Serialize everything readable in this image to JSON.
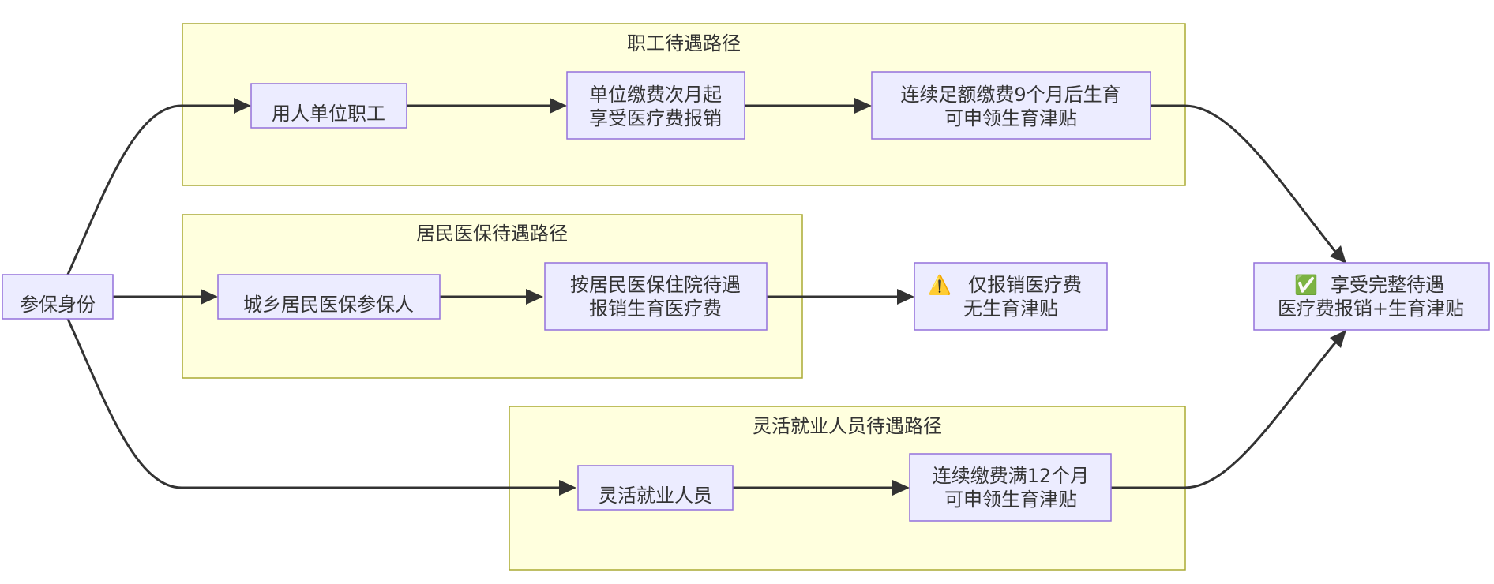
{
  "clusters": {
    "employee": {
      "title": "职工待遇路径"
    },
    "resident": {
      "title": "居民医保待遇路径"
    },
    "flexible": {
      "title": "灵活就业人员待遇路径"
    }
  },
  "nodes": {
    "start": {
      "line1": "参保身份"
    },
    "employee": {
      "line1": "用人单位职工"
    },
    "employee_medical": {
      "line1": "单位缴费次月起",
      "line2": "享受医疗费报销"
    },
    "employee_maternity": {
      "line1": "连续足额缴费9个月后生育",
      "line2": "可申领生育津贴"
    },
    "resident": {
      "line1": "城乡居民医保参保人"
    },
    "resident_hospital": {
      "line1": "按居民医保住院待遇",
      "line2": "报销生育医疗费"
    },
    "resident_result": {
      "icon": "⚠️",
      "icon_name": "warning-icon",
      "line1": "仅报销医疗费",
      "line2": "无生育津贴"
    },
    "flexible": {
      "line1": "灵活就业人员"
    },
    "flexible_maternity": {
      "line1": "连续缴费满12个月",
      "line2": "可申领生育津贴"
    },
    "final": {
      "icon": "✅",
      "icon_name": "check-icon",
      "line1": "享受完整待遇",
      "line2": "医疗费报销+生育津贴"
    }
  },
  "colors": {
    "cluster_fill": "#ffffde",
    "cluster_stroke": "#aaaa33",
    "node_fill": "#ececff",
    "node_stroke": "#9370db",
    "edge": "#333333",
    "text": "#333333"
  }
}
